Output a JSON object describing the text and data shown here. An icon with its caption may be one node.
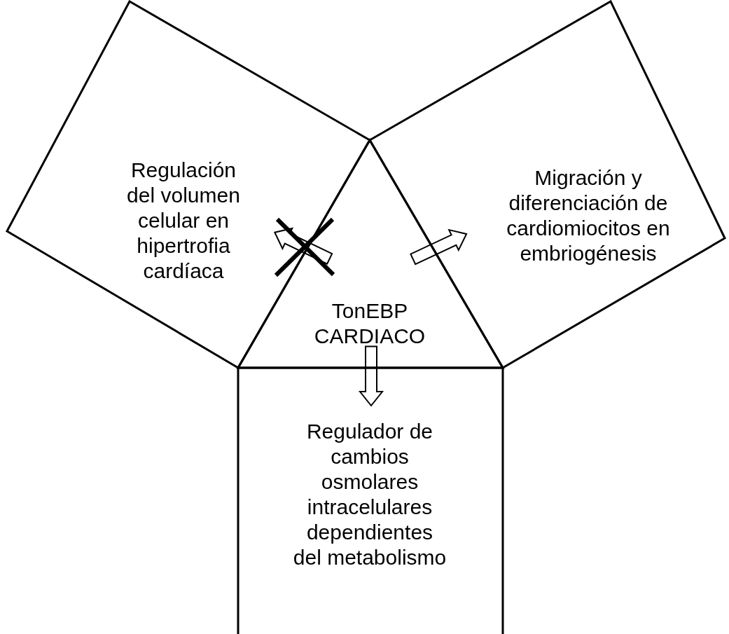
{
  "diagram": {
    "nodes": [
      {
        "text": [
          "Regulación del volumen celular en hipertrofia cardíaca"
        ]
      },
      {
        "text": [
          "Migración y diferenciación de cardiomiocitos en embriogénesis"
        ]
      },
      {
        "text": [
          "TonEBP CARDIACO"
        ]
      },
      {
        "text": [
          "Regulador de cambios osmolares intracelulares dependientes del metabolismo"
        ]
      }
    ],
    "edges": [
      {
        "from": 2,
        "to": 0,
        "arrow": "to"
      },
      {
        "from": 2,
        "to": 1,
        "arrow": "to"
      },
      {
        "from": 2,
        "to": 3,
        "arrow": "to"
      }
    ]
  }
}
